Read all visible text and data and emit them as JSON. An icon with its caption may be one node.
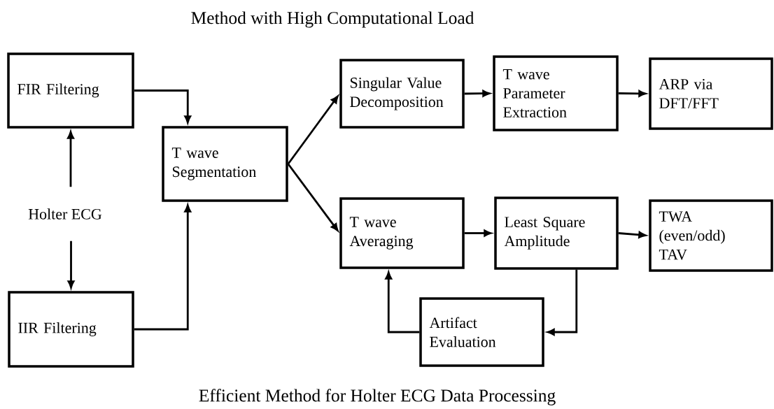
{
  "diagram": {
    "nodes": [
      {
        "text": [
          "Holter ECG"
        ]
      },
      {
        "text": [
          "FIR Filtering"
        ]
      },
      {
        "text": [
          "IIR Filtering"
        ]
      },
      {
        "text": [
          "T wave Segmentation"
        ]
      },
      {
        "text": [
          "Singular Value Decomposition"
        ]
      },
      {
        "text": [
          "T wave Parameter Extraction"
        ]
      },
      {
        "text": [
          "ARP via DFT/FFT"
        ]
      },
      {
        "text": [
          "T wave Averaging"
        ]
      },
      {
        "text": [
          "Least Square Amplitude"
        ]
      },
      {
        "text": [
          "TWA (even/odd)",
          "TAV"
        ]
      },
      {
        "text": [
          "Artifact Evaluation"
        ]
      }
    ],
    "edges": [
      {
        "from": 0,
        "to": 1,
        "arrow": "to"
      },
      {
        "from": 0,
        "to": 2,
        "arrow": "to"
      },
      {
        "from": 1,
        "to": 3,
        "arrow": "to"
      },
      {
        "from": 2,
        "to": 3,
        "arrow": "to"
      },
      {
        "from": 3,
        "to": 4,
        "arrow": "to"
      },
      {
        "from": 3,
        "to": 7,
        "arrow": "to"
      },
      {
        "from": 4,
        "to": 5,
        "arrow": "to"
      },
      {
        "from": 5,
        "to": 6,
        "arrow": "to"
      },
      {
        "from": 7,
        "to": 8,
        "arrow": "to"
      },
      {
        "from": 8,
        "to": 9,
        "arrow": "to"
      },
      {
        "from": 8,
        "to": 10,
        "arrow": "to"
      },
      {
        "from": 10,
        "to": 7,
        "arrow": "to"
      }
    ],
    "labels": [
      "Method with High Computational Load",
      "Efficient Method for Holter ECG Data Processing"
    ]
  }
}
